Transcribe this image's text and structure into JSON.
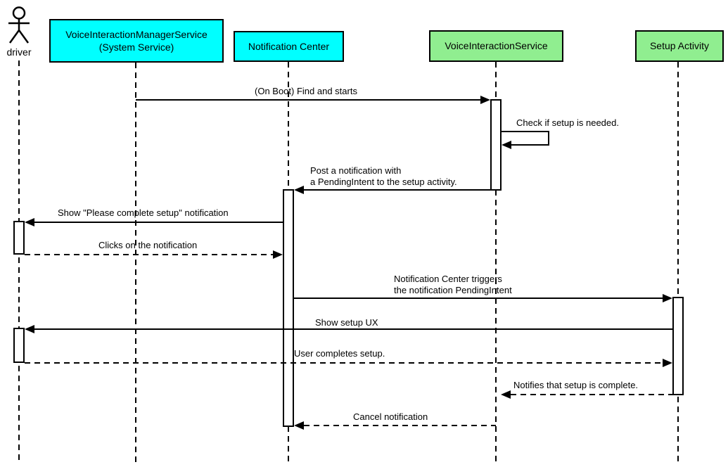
{
  "diagram": {
    "type": "uml-sequence",
    "colors": {
      "participant_cyan": "#00FFFF",
      "participant_green": "#90EE90",
      "line": "#000000",
      "background": "#FFFFFF"
    },
    "participants": [
      {
        "id": "driver",
        "kind": "actor",
        "label": "driver"
      },
      {
        "id": "voice-interaction-manager-service",
        "kind": "box",
        "label": "VoiceInteractionManagerService\n(System Service)",
        "fill": "#00FFFF"
      },
      {
        "id": "notification-center",
        "kind": "box",
        "label": "Notification Center",
        "fill": "#00FFFF"
      },
      {
        "id": "voice-interaction-service",
        "kind": "box",
        "label": "VoiceInteractionService",
        "fill": "#90EE90"
      },
      {
        "id": "setup-activity",
        "kind": "box",
        "label": "Setup Activity",
        "fill": "#90EE90"
      }
    ],
    "messages": [
      {
        "from": "voice-interaction-manager-service",
        "to": "voice-interaction-service",
        "style": "solid",
        "label": "(On Boot) Find and starts"
      },
      {
        "from": "voice-interaction-service",
        "to": "voice-interaction-service",
        "style": "solid",
        "self": true,
        "label": "Check if setup is needed."
      },
      {
        "from": "voice-interaction-service",
        "to": "notification-center",
        "style": "solid",
        "label": "Post a notification with\na PendingIntent to the setup activity."
      },
      {
        "from": "notification-center",
        "to": "driver",
        "style": "solid",
        "label": "Show \"Please complete setup\" notification"
      },
      {
        "from": "driver",
        "to": "notification-center",
        "style": "dashed",
        "label": "Clicks on the notification"
      },
      {
        "from": "notification-center",
        "to": "setup-activity",
        "style": "solid",
        "label": "Notification Center triggers\nthe notification PendingIntent"
      },
      {
        "from": "setup-activity",
        "to": "driver",
        "style": "solid",
        "label": "Show setup UX"
      },
      {
        "from": "driver",
        "to": "setup-activity",
        "style": "dashed",
        "label": "User completes setup."
      },
      {
        "from": "setup-activity",
        "to": "voice-interaction-service",
        "style": "dashed",
        "label": "Notifies that setup is complete."
      },
      {
        "from": "voice-interaction-service",
        "to": "notification-center",
        "style": "dashed",
        "label": "Cancel notification"
      }
    ]
  }
}
